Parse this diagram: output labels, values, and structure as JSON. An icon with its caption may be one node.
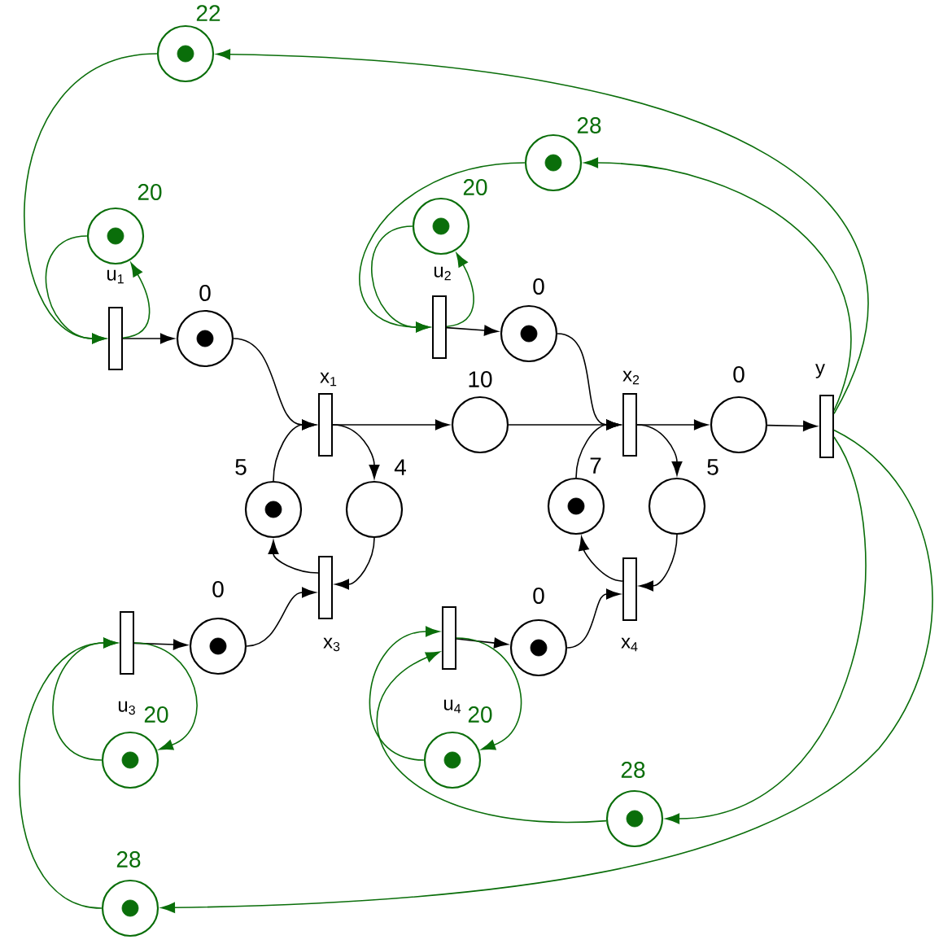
{
  "diagram": {
    "nodes": [
      {
        "text": [],
        "shape": "circle",
        "beside": [
          "22"
        ]
      },
      {
        "text": [],
        "shape": "circle",
        "in": 0
      },
      {
        "text": [],
        "shape": "circle",
        "beside": [
          "28"
        ]
      },
      {
        "text": [],
        "shape": "circle",
        "in": 2
      },
      {
        "text": [],
        "shape": "circle",
        "beside": [
          "20"
        ]
      },
      {
        "text": [],
        "shape": "circle",
        "in": 4
      },
      {
        "text": [],
        "shape": "circle",
        "beside": [
          "20"
        ]
      },
      {
        "text": [],
        "shape": "circle",
        "in": 6
      },
      {
        "text": [],
        "shape": "bar",
        "beside": [
          "u$_{2}$"
        ]
      },
      {
        "text": [],
        "shape": "circle",
        "beside": [
          "0"
        ]
      },
      {
        "text": [],
        "shape": "circle",
        "in": 9
      },
      {
        "text": [],
        "shape": "bar",
        "beside": [
          "u$_{1}$"
        ]
      },
      {
        "text": [],
        "shape": "circle",
        "beside": [
          "0"
        ]
      },
      {
        "text": [],
        "shape": "circle",
        "in": 12
      },
      {
        "text": [],
        "shape": "bar",
        "beside": [
          "x$_{1}$"
        ]
      },
      {
        "text": [],
        "shape": "circle",
        "beside": [
          "10"
        ]
      },
      {
        "text": [],
        "shape": "bar",
        "beside": [
          "x$_{2}$"
        ]
      },
      {
        "text": [],
        "shape": "circle",
        "beside": [
          "0"
        ]
      },
      {
        "text": [],
        "shape": "bar",
        "beside": [
          "y"
        ]
      },
      {
        "text": [],
        "shape": "circle",
        "beside": [
          "7"
        ]
      },
      {
        "text": [],
        "shape": "circle",
        "in": 19
      },
      {
        "text": [],
        "shape": "circle",
        "beside": [
          "5"
        ]
      },
      {
        "text": [],
        "shape": "circle",
        "beside": [
          "5"
        ]
      },
      {
        "text": [],
        "shape": "circle",
        "in": 22
      },
      {
        "text": [],
        "shape": "circle",
        "beside": [
          "4"
        ]
      },
      {
        "text": [],
        "shape": "bar",
        "beside": [
          "x$_{3}$"
        ]
      },
      {
        "text": [],
        "shape": "bar",
        "beside": [
          "x$_{4}$"
        ]
      },
      {
        "text": [],
        "shape": "bar",
        "beside": [
          "u$_{4}$"
        ]
      },
      {
        "text": [],
        "shape": "bar",
        "beside": [
          "u$_{3}$"
        ]
      },
      {
        "text": [],
        "shape": "circle",
        "beside": [
          "0"
        ]
      },
      {
        "text": [],
        "shape": "circle",
        "in": 29
      },
      {
        "text": [],
        "shape": "circle",
        "beside": [
          "0"
        ]
      },
      {
        "text": [],
        "shape": "circle",
        "in": 31
      },
      {
        "text": [],
        "shape": "circle",
        "beside": [
          "20"
        ]
      },
      {
        "text": [],
        "shape": "circle",
        "in": 33
      },
      {
        "text": [],
        "shape": "circle",
        "beside": [
          "20"
        ]
      },
      {
        "text": [],
        "shape": "circle",
        "in": 35
      },
      {
        "text": [],
        "shape": "circle",
        "beside": [
          "28"
        ]
      },
      {
        "text": [],
        "shape": "circle",
        "in": 37
      },
      {
        "text": [],
        "shape": "circle",
        "beside": [
          "28"
        ]
      },
      {
        "text": [],
        "shape": "circle",
        "in": 39
      }
    ],
    "edges": [
      {
        "from": 11,
        "to": 12,
        "arrow": "to"
      },
      {
        "from": 12,
        "to": 14,
        "arrow": "to"
      },
      {
        "from": 14,
        "to": 15,
        "arrow": "to"
      },
      {
        "from": 15,
        "to": 16,
        "arrow": "to"
      },
      {
        "from": 14,
        "to": 24,
        "arrow": "to"
      },
      {
        "from": 24,
        "to": 25,
        "arrow": "to"
      },
      {
        "from": 25,
        "to": 22,
        "arrow": "to"
      },
      {
        "from": 22,
        "to": 14,
        "arrow": "to"
      },
      {
        "from": 28,
        "to": 29,
        "arrow": "to"
      },
      {
        "from": 29,
        "to": 25,
        "arrow": "to"
      },
      {
        "from": 8,
        "to": 9,
        "arrow": "to"
      },
      {
        "from": 9,
        "to": 16,
        "arrow": "to"
      },
      {
        "from": 16,
        "to": 17,
        "arrow": "to"
      },
      {
        "from": 17,
        "to": 18,
        "arrow": "to"
      },
      {
        "from": 16,
        "to": 21,
        "arrow": "to"
      },
      {
        "from": 21,
        "to": 26,
        "arrow": "to"
      },
      {
        "from": 26,
        "to": 19,
        "arrow": "to"
      },
      {
        "from": 19,
        "to": 16,
        "arrow": "to"
      },
      {
        "from": 27,
        "to": 31,
        "arrow": "to"
      },
      {
        "from": 31,
        "to": 26,
        "arrow": "to"
      },
      {
        "from": 11,
        "to": 6,
        "arrow": "to",
        "color": "#0a6e0a"
      },
      {
        "from": 6,
        "to": 11,
        "arrow": "to",
        "color": "#0a6e0a"
      },
      {
        "from": 8,
        "to": 4,
        "arrow": "to",
        "color": "#0a6e0a"
      },
      {
        "from": 4,
        "to": 8,
        "arrow": "to",
        "color": "#0a6e0a"
      },
      {
        "from": 28,
        "to": 33,
        "arrow": "to",
        "color": "#0a6e0a"
      },
      {
        "from": 33,
        "to": 28,
        "arrow": "to",
        "color": "#0a6e0a"
      },
      {
        "from": 27,
        "to": 35,
        "arrow": "to",
        "color": "#0a6e0a"
      },
      {
        "from": 35,
        "to": 27,
        "arrow": "to",
        "color": "#0a6e0a"
      },
      {
        "from": 18,
        "to": 0,
        "arrow": "to",
        "color": "#0a6e0a"
      },
      {
        "from": 0,
        "to": 11,
        "arrow": "to",
        "color": "#0a6e0a"
      },
      {
        "from": 18,
        "to": 2,
        "arrow": "to",
        "color": "#0a6e0a"
      },
      {
        "from": 2,
        "to": 8,
        "arrow": "to",
        "color": "#0a6e0a"
      },
      {
        "from": 18,
        "to": 37,
        "arrow": "to",
        "color": "#0a6e0a"
      },
      {
        "from": 37,
        "to": 27,
        "arrow": "to",
        "color": "#0a6e0a"
      },
      {
        "from": 18,
        "to": 39,
        "arrow": "to",
        "color": "#0a6e0a"
      },
      {
        "from": 39,
        "to": 28,
        "arrow": "to",
        "color": "#0a6e0a"
      }
    ]
  }
}
